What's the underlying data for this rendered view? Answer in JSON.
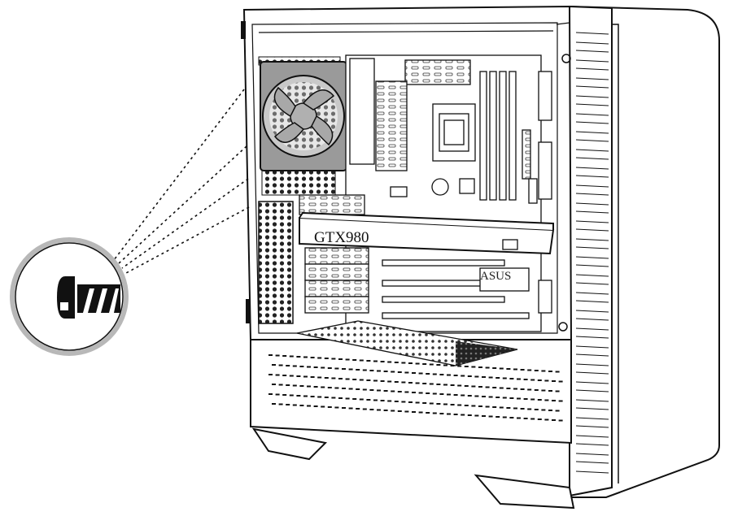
{
  "labels": {
    "gpu_model": "GTX980",
    "motherboard_brand": "ASUS"
  },
  "callout": {
    "icon": "screw-icon",
    "leader_line_count": 4
  },
  "colors": {
    "stroke": "#111111",
    "fill": "#ffffff",
    "mesh_dark": "#1a1a1a",
    "fan_gray": "#9a9a9a",
    "callout_ring": "#b8b8b8"
  }
}
